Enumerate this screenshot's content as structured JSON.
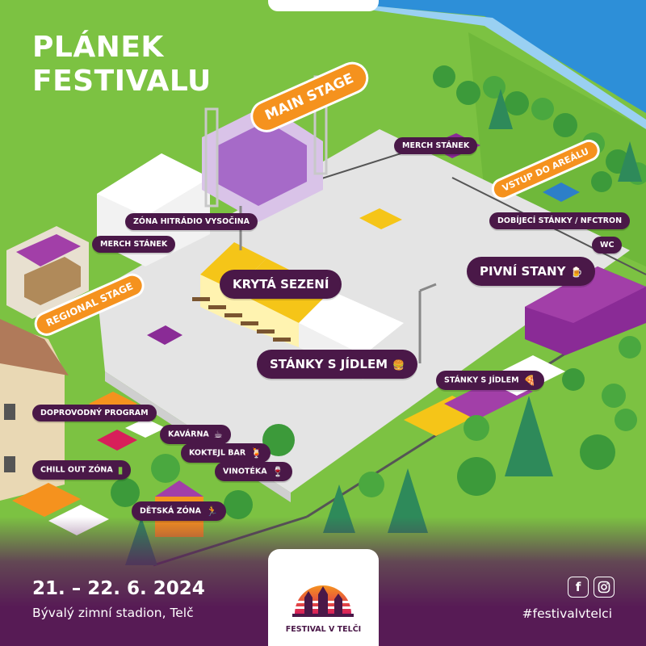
{
  "title": {
    "line1": "PLÁNEK",
    "line2": "FESTIVALU"
  },
  "stages": {
    "main": "MAIN STAGE",
    "regional": "REGIONAL STAGE",
    "entrance": "VSTUP DO AREÁLU"
  },
  "labels": {
    "merch_top": "MERCH STÁNEK",
    "zona_hitradio": "ZÓNA HITRÁDIO VYSOČINA",
    "merch_left": "MERCH STÁNEK",
    "dobijeci": "DOBÍJECÍ STÁNKY / NFCTRON",
    "wc": "WC",
    "pivni": "PIVNÍ STANY",
    "kryta": "KRYTÁ SEZENÍ",
    "stanky_jidlem_big": "STÁNKY S JÍDLEM",
    "stanky_jidlem_small": "STÁNKY S JÍDLEM",
    "doprovodny": "DOPROVODNÝ PROGRAM",
    "kavarna": "KAVÁRNA",
    "koktejl": "KOKTEJL BAR",
    "vinoteka": "VINOTÉKA",
    "chillout": "CHILL OUT ZÓNA",
    "detska": "DĚTSKÁ ZÓNA"
  },
  "icons": {
    "pivni": "beer-icon",
    "stanky_big": "burger-icon",
    "stanky_small": "pizza-icon",
    "kavarna": "coffee-icon",
    "koktejl": "cocktail-icon",
    "vinoteka": "wine-icon",
    "chillout": "battery-icon",
    "detska": "runner-icon"
  },
  "event": {
    "date": "21. – 22. 6. 2024",
    "place": "Bývalý zimní stadion, Telč",
    "hashtag": "#festivalvtelci"
  },
  "logo": {
    "name": "FESTIVAL V TELČI"
  },
  "social": [
    "facebook-icon",
    "instagram-icon"
  ],
  "colors": {
    "grass": "#7cc242",
    "plaza": "#e6e6e6",
    "river": "#2d8fd8",
    "purple": "#4a1848",
    "orange": "#f5921e",
    "yellow": "#f5c518"
  }
}
